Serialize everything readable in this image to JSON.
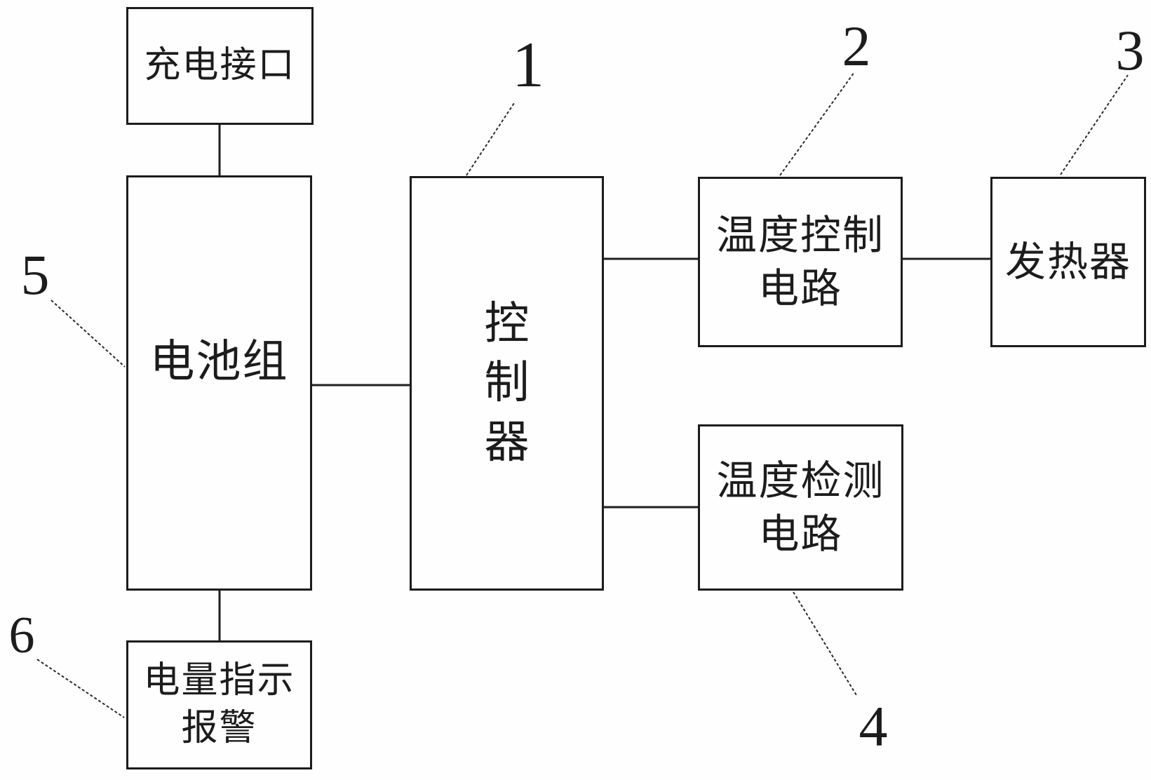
{
  "colors": {
    "ink": "#1c1c1c",
    "background": "#fefefe"
  },
  "boxes": {
    "charging_port": {
      "label": "充电接口"
    },
    "battery_pack": {
      "label": "电池组",
      "ref": "5"
    },
    "controller": {
      "label": "控制器",
      "ref": "1"
    },
    "temp_control_circuit": {
      "line1": "温度控制",
      "line2": "电路",
      "ref": "2"
    },
    "heater": {
      "label": "发热器",
      "ref": "3"
    },
    "temp_detect_circuit": {
      "line1": "温度检测",
      "line2": "电路",
      "ref": "4"
    },
    "charge_indicator_alarm": {
      "line1": "电量指示",
      "line2": "报警",
      "ref": "6"
    }
  }
}
